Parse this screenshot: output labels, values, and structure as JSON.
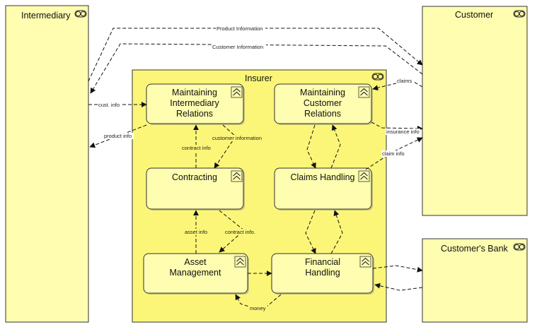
{
  "colors": {
    "fill": "#fefdb0",
    "container_fill": "#fbf678",
    "stroke": "#333333"
  },
  "actors": {
    "intermediary": {
      "label": "Intermediary"
    },
    "customer": {
      "label": "Customer"
    },
    "customers_bank": {
      "label": "Customer's Bank"
    }
  },
  "insurer": {
    "label": "Insurer"
  },
  "processes": {
    "maintaining_intermediary_relations": {
      "lines": [
        "Maintaining",
        "Intermediary",
        "Relations"
      ]
    },
    "maintaining_customer_relations": {
      "lines": [
        "Maintaining",
        "Customer",
        "Relations"
      ]
    },
    "contracting": {
      "lines": [
        "Contracting"
      ]
    },
    "claims_handling": {
      "lines": [
        "Claims Handling"
      ]
    },
    "asset_management": {
      "lines": [
        "Asset",
        "Management"
      ]
    },
    "financial_handling": {
      "lines": [
        "Financial",
        "Handling"
      ]
    }
  },
  "flows": {
    "product_information": "Product Information",
    "customer_information_top": "Customer Information",
    "cust_info": "cust. info",
    "product_info": "product info",
    "claims": "claims",
    "insurance_info": "insurance info",
    "claim_info": "claim info",
    "contract_info": "contract info",
    "customer_information": "customer information",
    "asset_info": "asset info",
    "contract_info_2": "contract info.",
    "money": "money"
  }
}
